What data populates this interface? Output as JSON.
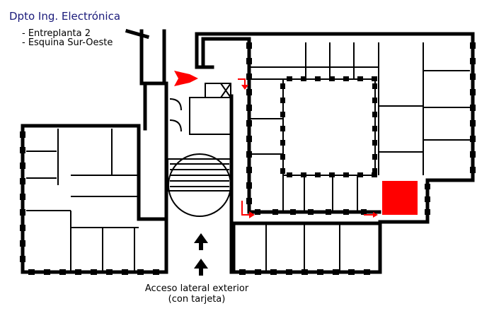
{
  "map": {
    "title": "Dpto Ing. Electrónica",
    "notes": [
      "- Entreplanta 2",
      "- Esquina Sur-Oeste"
    ],
    "access_line1": "Acceso lateral exterior",
    "access_line2": "(con tarjeta)",
    "colors": {
      "walls": "#000000",
      "route_arrows": "#ff0000",
      "destination": "#ff0000",
      "title_text": "#1a1a7a"
    },
    "icons": [
      "entrance-arrow-icon",
      "route-arrow-icon",
      "access-arrow-icon",
      "destination-marker"
    ]
  }
}
